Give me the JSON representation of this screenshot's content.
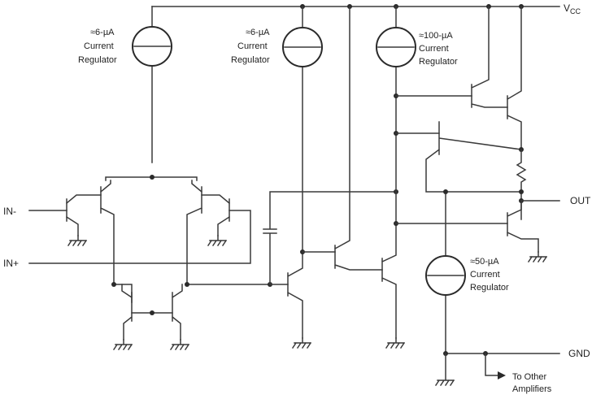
{
  "pins": {
    "vcc_main": "V",
    "vcc_sub": "CC",
    "in_minus": "IN-",
    "in_plus": "IN+",
    "out": "OUT",
    "gnd": "GND"
  },
  "regulators": {
    "reg1": {
      "value": "≈6-µA",
      "line2": "Current",
      "line3": "Regulator"
    },
    "reg2": {
      "value": "≈6-µA",
      "line2": "Current",
      "line3": "Regulator"
    },
    "reg3": {
      "value": "≈100-µA",
      "line2": "Current",
      "line3": "Regulator"
    },
    "reg4": {
      "value": "≈50-µA",
      "line2": "Current",
      "line3": "Regulator"
    }
  },
  "notes": {
    "other_line1": "To Other",
    "other_line2": "Amplifiers"
  }
}
